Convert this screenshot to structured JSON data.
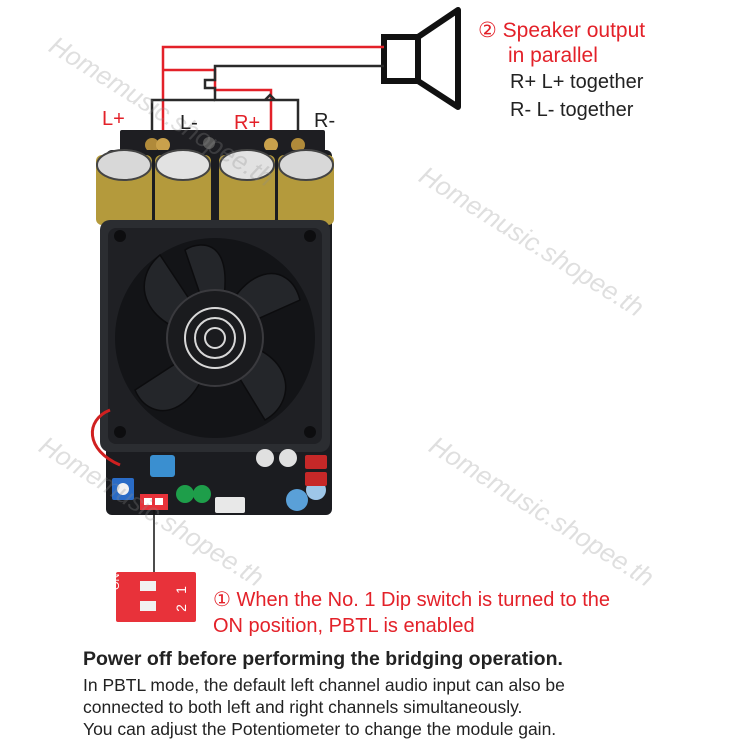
{
  "speaker": {
    "title": "② Speaker output",
    "subtitle": "in parallel",
    "rule1": "R+ L+ together",
    "rule2": "R- L- together"
  },
  "terminals": {
    "l_plus": "L+",
    "l_minus": "L-",
    "r_plus": "R+",
    "r_minus": "R-"
  },
  "dip": {
    "switch_labels": [
      "1",
      "2"
    ],
    "on_label": "ON",
    "note_line1": "① When the No. 1 Dip switch is turned to the",
    "note_line2": "ON position, PBTL is enabled"
  },
  "warning": "Power off before performing the bridging operation.",
  "description": [
    "In PBTL mode, the default left channel audio input can also be",
    "connected to both left and right channels simultaneously.",
    "You can adjust the Potentiometer to change the module gain."
  ],
  "watermark": "Homemusic.shopee.th",
  "colors": {
    "accent_red": "#e32129",
    "wire_black": "#2a2a2a",
    "heatsink": "#2b2d31",
    "pcb": "#1b1c20",
    "capacitor_gold": "#b49a3c"
  }
}
